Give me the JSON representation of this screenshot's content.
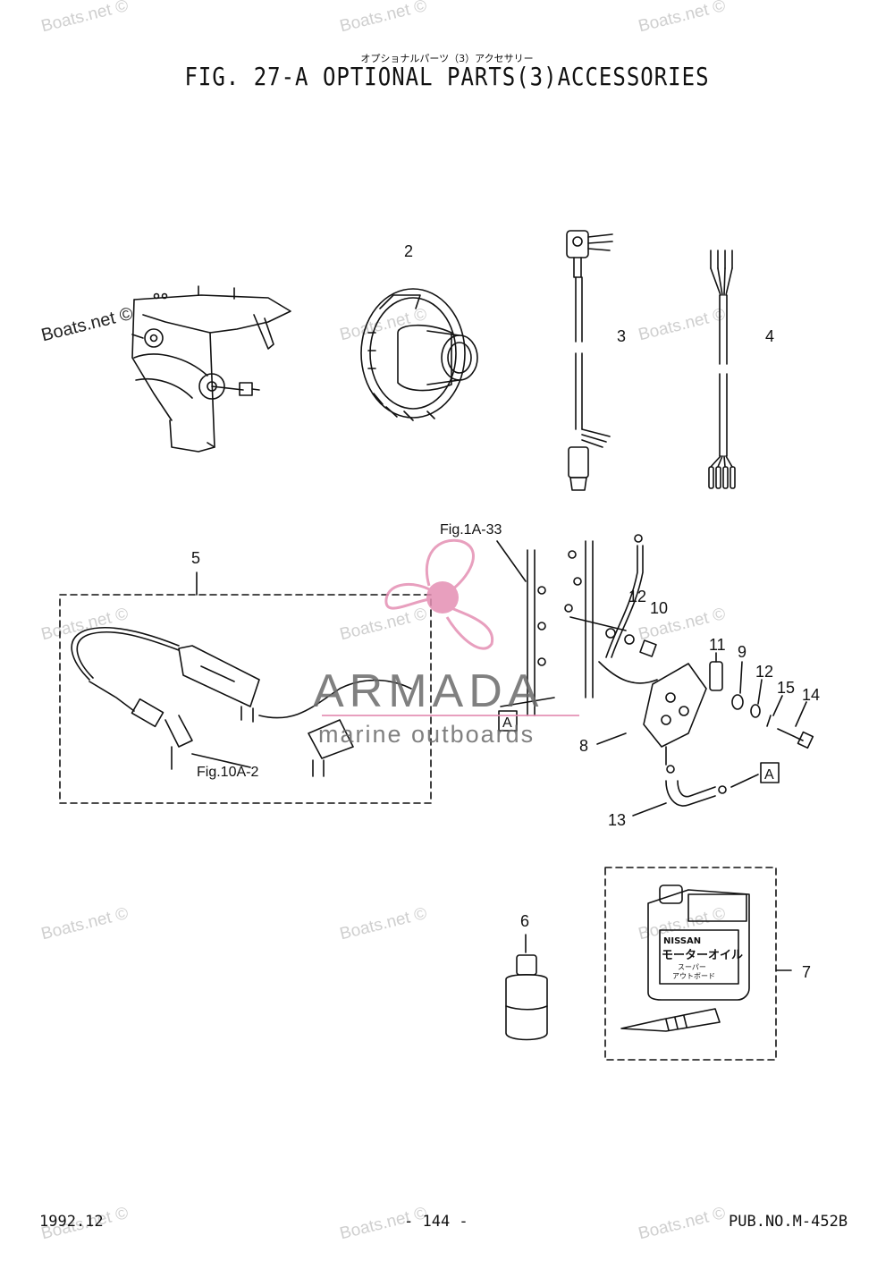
{
  "header": {
    "title_jp": "オプショナルパーツ（3）アクセサリー",
    "title_en": "FIG. 27-A OPTIONAL PARTS(3)ACCESSORIES"
  },
  "footer": {
    "date": "1992.12",
    "page": "- 144 -",
    "pub": "PUB.NO.M-452B"
  },
  "watermark_text": "Boats.net ©",
  "logo": {
    "name": "ARMADA",
    "tagline": "marine outboards",
    "accent_color": "#e48fb3",
    "text_color": "#6a6a6a"
  },
  "part_labels": [
    "2",
    "3",
    "4",
    "5",
    "6",
    "7",
    "8",
    "9",
    "10",
    "11",
    "12",
    "12",
    "13",
    "14",
    "15"
  ],
  "reference_labels": {
    "fig_1a_33": "Fig.1A-33",
    "fig_10a_2": "Fig.10A-2",
    "marker_a": "A"
  },
  "oil_can_label": {
    "brand": "NISSAN",
    "line1": "モーターオイル",
    "line2": "スーパー",
    "line3": "アウトボード"
  }
}
